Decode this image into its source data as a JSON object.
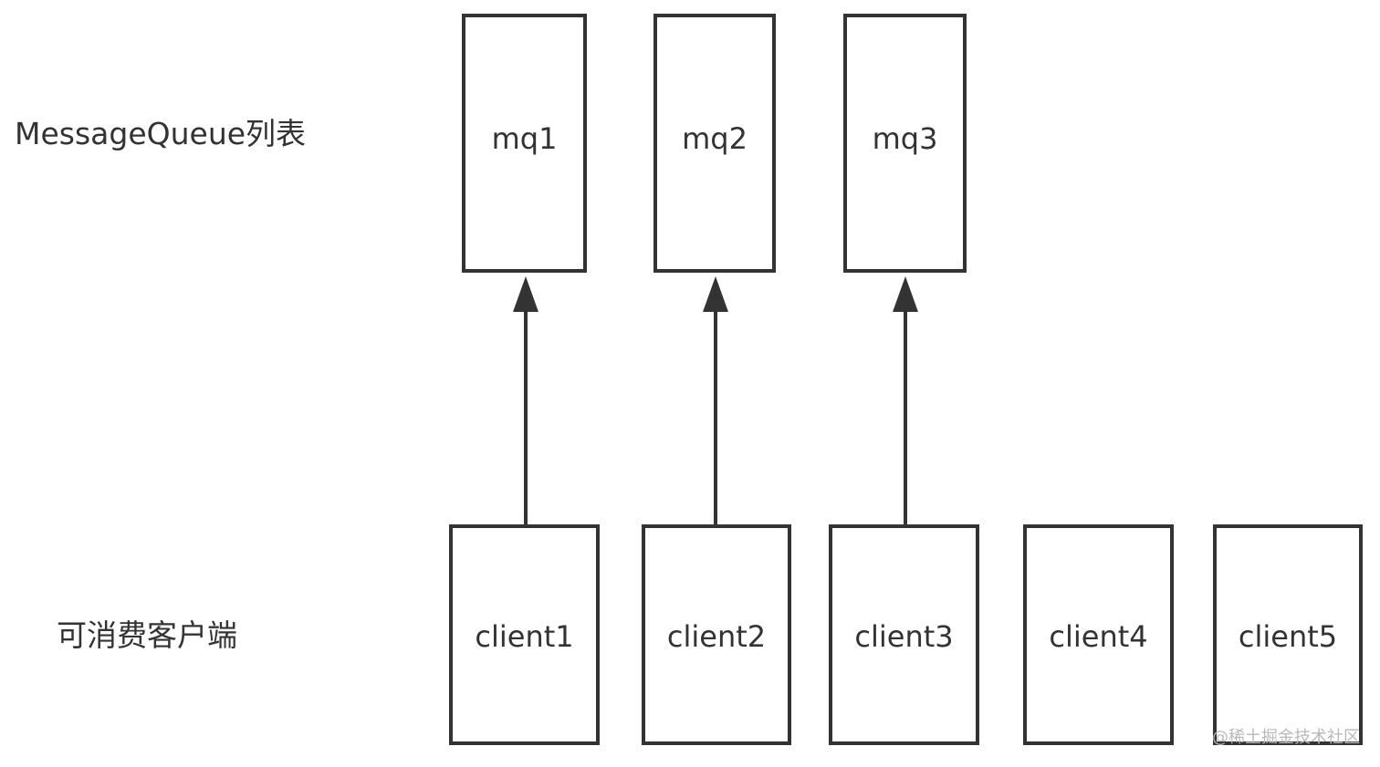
{
  "labels": {
    "mq_row": "MessageQueue列表",
    "client_row": "可消费客户端"
  },
  "message_queues": [
    {
      "name": "mq1"
    },
    {
      "name": "mq2"
    },
    {
      "name": "mq3"
    }
  ],
  "clients": [
    {
      "name": "client1"
    },
    {
      "name": "client2"
    },
    {
      "name": "client3"
    },
    {
      "name": "client4"
    },
    {
      "name": "client5"
    }
  ],
  "connections": [
    {
      "from": "client1",
      "to": "mq1"
    },
    {
      "from": "client2",
      "to": "mq2"
    },
    {
      "from": "client3",
      "to": "mq3"
    }
  ],
  "watermark": "@稀土掘金技术社区",
  "colors": {
    "stroke": "#333333",
    "background": "#ffffff",
    "watermark": "#b9b9b9"
  }
}
